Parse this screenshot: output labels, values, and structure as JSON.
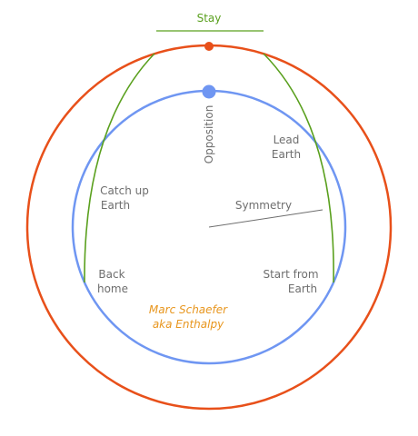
{
  "diagram": {
    "labels": {
      "stay": "Stay",
      "opposition": "Opposition",
      "lead_earth_1": "Lead",
      "lead_earth_2": "Earth",
      "catch_up_1": "Catch up",
      "catch_up_2": "Earth",
      "symmetry": "Symmetry",
      "back_home_1": "Back",
      "back_home_2": "home",
      "start_from_1": "Start from",
      "start_from_2": "Earth",
      "credit_1": "Marc Schaefer",
      "credit_2": "aka Enthalpy"
    },
    "colors": {
      "outer_orbit": "#e8501a",
      "inner_orbit": "#6f96f2",
      "trajectory": "#5aa01e",
      "stay_label": "#5aa01e",
      "credit": "#e8961e",
      "text": "#6e6e6e",
      "symmetry_line": "#6e6e6e"
    }
  }
}
